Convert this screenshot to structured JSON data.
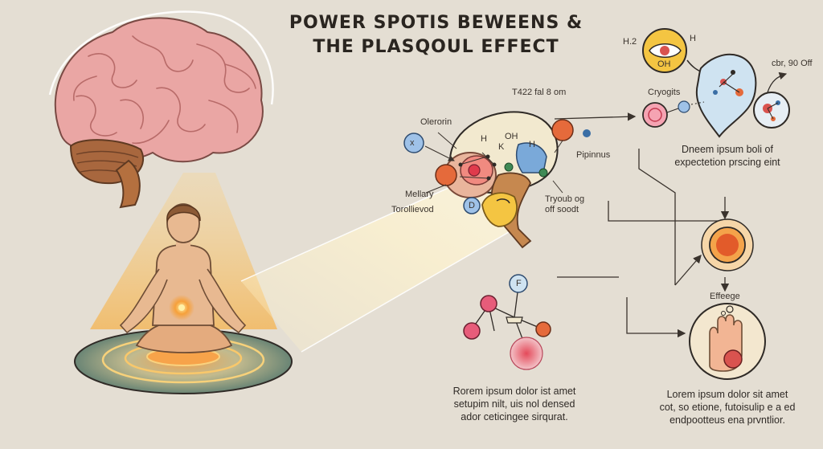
{
  "title": {
    "line1": "POWER SPOTIS BEWEENS &",
    "line2": "THE PLASQOUL EFFECT"
  },
  "labels": {
    "oleroin": "Olerorin",
    "t422": "T422 fal 8 om",
    "h": "H",
    "k": "K",
    "oh": "OH",
    "h2": "H",
    "mellary": "Mellary",
    "torollievod": "Torollievod",
    "pipinnus": "Pipinnus",
    "tryoub_line1": "Tryoub og",
    "tryoub_line2": "off soodt",
    "h2_top": "H.2",
    "h_top": "H",
    "oh_top": "OH",
    "cbr": "cbr, 90 Off",
    "cryogits": "Cryogits",
    "effege": "Effeege"
  },
  "badges": {
    "x": "x",
    "d": "D",
    "f": "F"
  },
  "captions": {
    "top_right_line1": "Dneem ipsum boli of",
    "top_right_line2": "expectetion prscing eint",
    "bottom_center_line1": "Rorem ipsum dolor ist amet",
    "bottom_center_line2": "setupim nilt, uis nol densed",
    "bottom_center_line3": "ador ceticingee sirqurat.",
    "bottom_right_line1": "Lorem ipsum dolor sit amet",
    "bottom_right_line2": "cot, so etione, futoisulip e a ed",
    "bottom_right_line3": "endpootteus ena prvntlior."
  },
  "colors": {
    "background": "#e4ded3",
    "brain": "#eaa6a4",
    "cerebellum": "#a8673e",
    "glow": "#f6c978",
    "skin": "#e8b991",
    "hair": "#8c5a36",
    "orange_node": "#e56a3b",
    "red_node": "#d9534f",
    "blue_node": "#7aa9d9",
    "green_node": "#3f8a55",
    "yellow_node": "#f4c542"
  }
}
